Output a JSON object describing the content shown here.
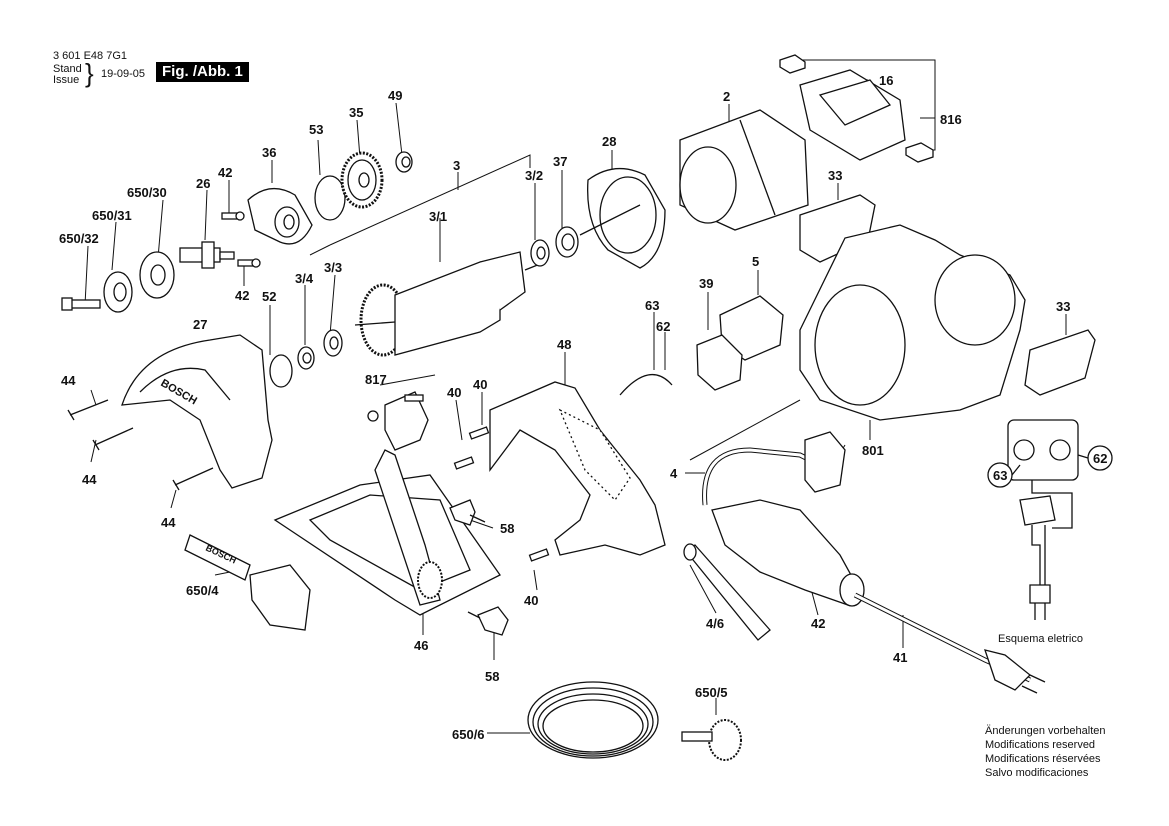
{
  "header": {
    "part_number": "3 601 E48 7G1",
    "stand_label": "Stand",
    "issue_label": "Issue",
    "date": "19-09-05",
    "figure": "Fig. /Abb. 1"
  },
  "labels": [
    "2",
    "3",
    "3/1",
    "3/2",
    "3/3",
    "3/4",
    "4",
    "4/6",
    "5",
    "16",
    "26",
    "27",
    "28",
    "33",
    "33b",
    "35",
    "36",
    "37",
    "39",
    "40a",
    "40b",
    "40c",
    "41",
    "42a",
    "42b",
    "42c",
    "44a",
    "44b",
    "44c",
    "46",
    "48",
    "49",
    "52",
    "53",
    "58a",
    "58b",
    "62",
    "63",
    "650/4",
    "650/5",
    "650/6",
    "650/30",
    "650/31",
    "650/32",
    "801",
    "816",
    "817",
    "62b",
    "63b"
  ],
  "label_text": {
    "2": "2",
    "3": "3",
    "3/1": "3/1",
    "3/2": "3/2",
    "3/3": "3/3",
    "3/4": "3/4",
    "4": "4",
    "4/6": "4/6",
    "5": "5",
    "16": "16",
    "26": "26",
    "27": "27",
    "28": "28",
    "33": "33",
    "33b": "33",
    "35": "35",
    "36": "36",
    "37": "37",
    "39": "39",
    "40a": "40",
    "40b": "40",
    "40c": "40",
    "41": "41",
    "42a": "42",
    "42b": "42",
    "42c": "42",
    "44a": "44",
    "44b": "44",
    "44c": "44",
    "46": "46",
    "48": "48",
    "49": "49",
    "52": "52",
    "53": "53",
    "58a": "58",
    "58b": "58",
    "62": "62",
    "63": "63",
    "650/4": "650/4",
    "650/5": "650/5",
    "650/6": "650/6",
    "650/30": "650/30",
    "650/31": "650/31",
    "650/32": "650/32",
    "801": "801",
    "816": "816",
    "817": "817",
    "62b": "62",
    "63b": "63"
  },
  "schematic_caption": "Esquema eletrico",
  "notes": [
    "Änderungen vorbehalten",
    "Modifications reserved",
    "Modifications réservées",
    "Salvo modificaciones"
  ],
  "guard_brand": "BOSCH",
  "plate_brand": "BOSCH"
}
